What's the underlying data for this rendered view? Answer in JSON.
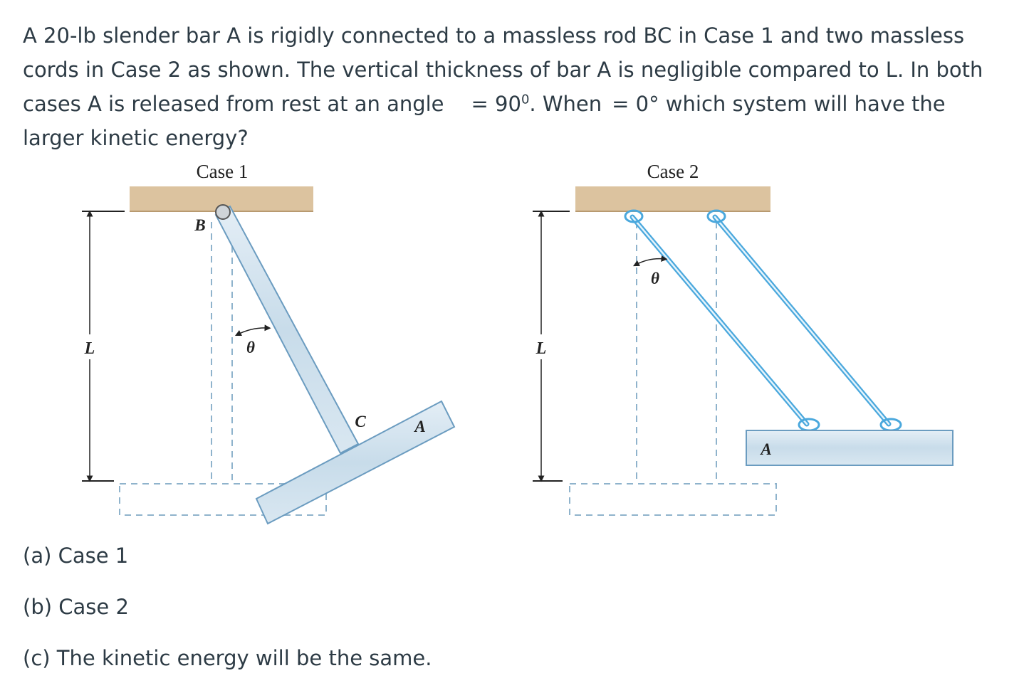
{
  "question": {
    "part1": "A 20-lb slender bar A is rigidly connected to a massless rod BC in Case 1 and two massless cords in Case 2 as shown. The vertical thickness of bar A is negligible compared to L. In both cases A is released from rest at an angle",
    "part2": "= 90",
    "part2_sup": "0",
    "part3": ". When",
    "part4": "= 0° which system will have the larger kinetic energy?"
  },
  "figure": {
    "case1": {
      "title": "Case 1",
      "label_L": "L",
      "label_B": "B",
      "label_theta": "θ",
      "label_C": "C",
      "label_A": "A"
    },
    "case2": {
      "title": "Case 2",
      "label_L": "L",
      "label_theta": "θ",
      "label_A": "A"
    },
    "colors": {
      "ceiling": "#dcc39f",
      "rod": "#c5d9e8",
      "rod_edge": "#6b9cc0",
      "cord": "#4aa8dd",
      "dashed": "#8fb3cc"
    }
  },
  "options": [
    {
      "label": "(a) Case 1"
    },
    {
      "label": "(b) Case 2"
    },
    {
      "label": "(c) The kinetic energy will be the same."
    }
  ]
}
